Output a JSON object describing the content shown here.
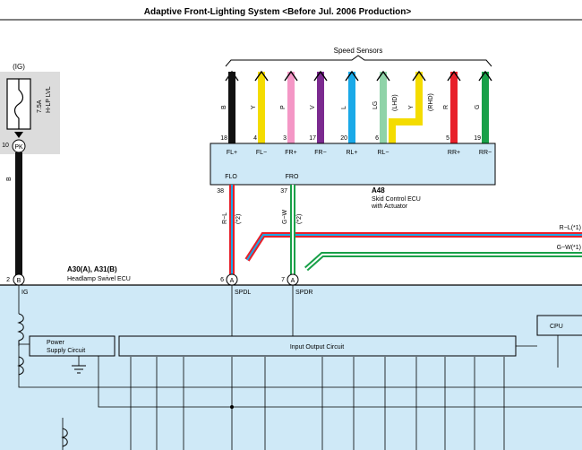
{
  "title": "Adaptive Front-Lighting System <Before Jul. 2006 Production>",
  "speed_sensors_label": "Speed Sensors",
  "fuse": {
    "ig_label": "(IG)",
    "rating": "7.5A",
    "name": "H-LP LVL",
    "pin": "10",
    "connector": "PK"
  },
  "ig_wire_color": "B",
  "wires": [
    {
      "color_label": "B",
      "pin": "18",
      "terminal": "FL+",
      "hex": "#111111",
      "note": ""
    },
    {
      "color_label": "Y",
      "pin": "4",
      "terminal": "FL−",
      "hex": "#f4dc00",
      "note": ""
    },
    {
      "color_label": "P",
      "pin": "3",
      "terminal": "FR+",
      "hex": "#f497c6",
      "note": ""
    },
    {
      "color_label": "V",
      "pin": "17",
      "terminal": "FR−",
      "hex": "#7b2a8f",
      "note": ""
    },
    {
      "color_label": "L",
      "pin": "20",
      "terminal": "RL+",
      "hex": "#1aa9e8",
      "note": ""
    },
    {
      "color_label": "LG",
      "pin": "6",
      "terminal": "RL−",
      "hex": "#8fd3a8",
      "note": "(LHD)"
    },
    {
      "color_label": "Y",
      "pin": "",
      "terminal": "",
      "hex": "#f4dc00",
      "note": "(RHD)"
    },
    {
      "color_label": "R",
      "pin": "5",
      "terminal": "RR+",
      "hex": "#e8202a",
      "note": ""
    },
    {
      "color_label": "G",
      "pin": "19",
      "terminal": "RR−",
      "hex": "#18a048",
      "note": ""
    }
  ],
  "skid_ecu": {
    "id": "A48",
    "name_line1": "Skid Control ECU",
    "name_line2": "with Actuator",
    "flo_label": "FLO",
    "fro_label": "FRO",
    "flo_pin": "38",
    "fro_pin": "37",
    "flo_wire": "R−L",
    "fro_wire": "G−W",
    "flo_note": "(*2)",
    "fro_note": "(*2)"
  },
  "right_wires": {
    "upper": "R−L(*1)",
    "lower": "G−W(*1)"
  },
  "swivel_ecu": {
    "ids": "A30(A), A31(B)",
    "name": "Headlamp Swivel ECU",
    "ig_pin": "2",
    "ig_conn": "B",
    "ig_label": "IG",
    "spdl_pin": "6",
    "spdl_conn": "A",
    "spdl_label": "SPDL",
    "spdr_pin": "7",
    "spdr_conn": "A",
    "spdr_label": "SPDR",
    "power_supply_line1": "Power",
    "power_supply_line2": "Supply Circuit",
    "io_circuit": "Input Output Circuit",
    "cpu": "CPU"
  },
  "colors": {
    "ecu_fill": "#cfe9f7",
    "fuse_fill": "#dcdcdc",
    "wire_b": "#111111",
    "wire_r": "#e8202a",
    "wire_l": "#1aa9e8",
    "wire_g": "#18a048",
    "wire_w": "#ffffff"
  }
}
